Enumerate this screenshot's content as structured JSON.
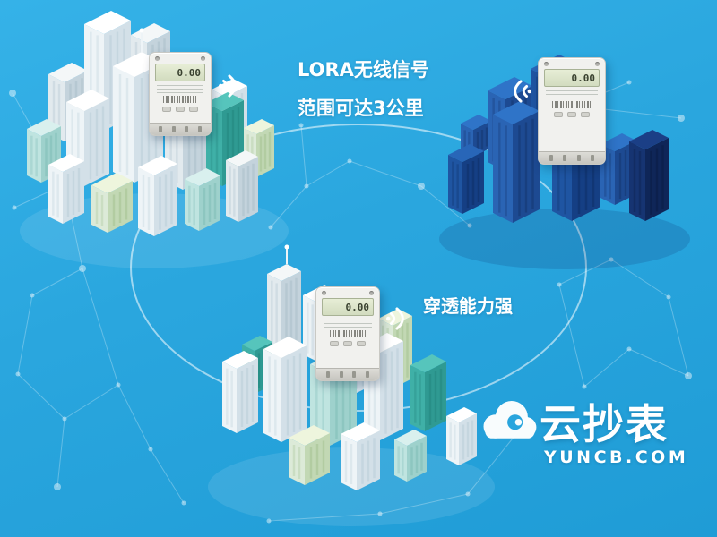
{
  "labels": {
    "lora_line1": "LORA无线信号",
    "lora_line2": "范围可达3公里",
    "penetration": "穿透能力强"
  },
  "watermark": {
    "brand": "云抄表",
    "domain": "YUNCB.COM"
  },
  "meters": [
    {
      "display": "0.00"
    },
    {
      "display": "0.00"
    },
    {
      "display": "0.00"
    }
  ],
  "colors": {
    "background": "#2aa6de",
    "city_teal": "#3fb0a7",
    "city_blue": "#1f55a2",
    "signal_white": "#ffffff"
  }
}
